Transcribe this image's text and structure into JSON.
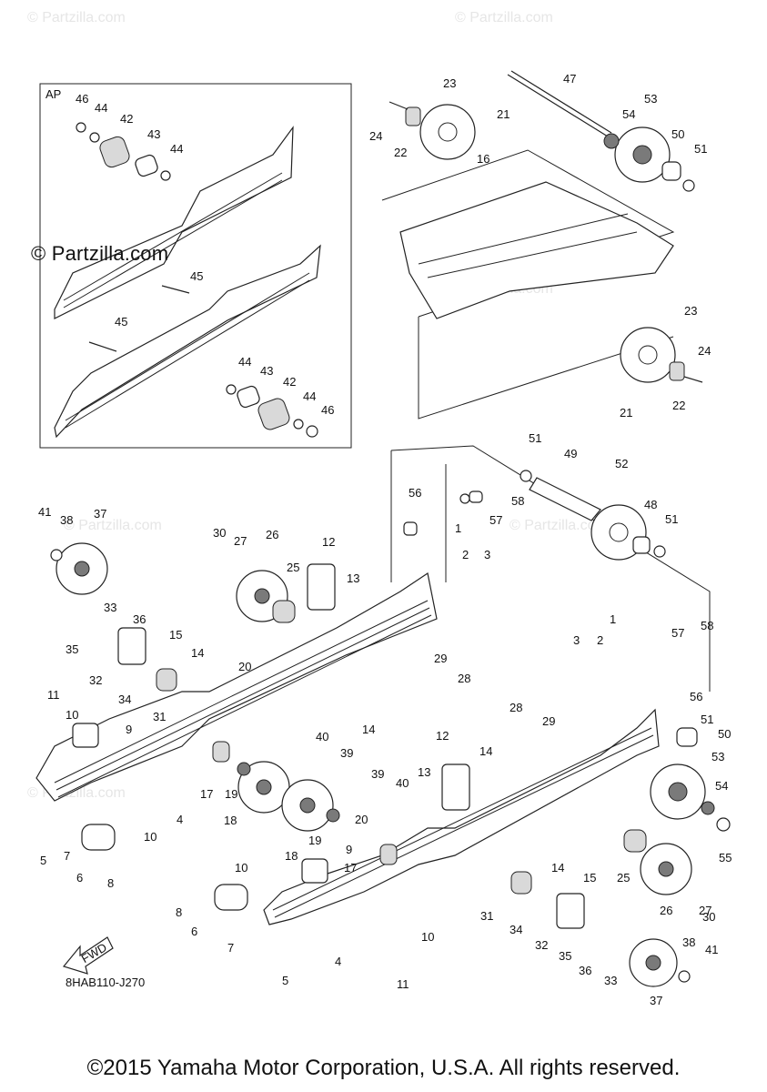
{
  "diagram": {
    "code": "8HAB110-J270",
    "copyright": "©2015 Yamaha Motor Corporation, U.S.A. All rights reserved.",
    "inset_label": "AP",
    "watermark": "© Partzilla.com",
    "fwd_label": "FWD"
  },
  "callouts": [
    {
      "id": "46a",
      "text": "46"
    },
    {
      "id": "44a",
      "text": "44"
    },
    {
      "id": "42a",
      "text": "42"
    },
    {
      "id": "43a",
      "text": "43"
    },
    {
      "id": "44b",
      "text": "44"
    },
    {
      "id": "45a",
      "text": "45"
    },
    {
      "id": "45b",
      "text": "45"
    },
    {
      "id": "44c",
      "text": "44"
    },
    {
      "id": "43b",
      "text": "43"
    },
    {
      "id": "42b",
      "text": "42"
    },
    {
      "id": "44d",
      "text": "44"
    },
    {
      "id": "46b",
      "text": "46"
    },
    {
      "id": "23a",
      "text": "23"
    },
    {
      "id": "24a",
      "text": "24"
    },
    {
      "id": "22a",
      "text": "22"
    },
    {
      "id": "21a",
      "text": "21"
    },
    {
      "id": "47",
      "text": "47"
    },
    {
      "id": "53a",
      "text": "53"
    },
    {
      "id": "54a",
      "text": "54"
    },
    {
      "id": "50a",
      "text": "50"
    },
    {
      "id": "51a",
      "text": "51"
    },
    {
      "id": "16",
      "text": "16"
    },
    {
      "id": "23b",
      "text": "23"
    },
    {
      "id": "24b",
      "text": "24"
    },
    {
      "id": "22b",
      "text": "22"
    },
    {
      "id": "21b",
      "text": "21"
    },
    {
      "id": "51b",
      "text": "51"
    },
    {
      "id": "49",
      "text": "49"
    },
    {
      "id": "52",
      "text": "52"
    },
    {
      "id": "56a",
      "text": "56"
    },
    {
      "id": "58a",
      "text": "58"
    },
    {
      "id": "57a",
      "text": "57"
    },
    {
      "id": "48",
      "text": "48"
    },
    {
      "id": "51c",
      "text": "51"
    },
    {
      "id": "1a",
      "text": "1"
    },
    {
      "id": "2a",
      "text": "2"
    },
    {
      "id": "3a",
      "text": "3"
    },
    {
      "id": "41a",
      "text": "41"
    },
    {
      "id": "38a",
      "text": "38"
    },
    {
      "id": "37a",
      "text": "37"
    },
    {
      "id": "30a",
      "text": "30"
    },
    {
      "id": "27a",
      "text": "27"
    },
    {
      "id": "26a",
      "text": "26"
    },
    {
      "id": "12a",
      "text": "12"
    },
    {
      "id": "25a",
      "text": "25"
    },
    {
      "id": "13a",
      "text": "13"
    },
    {
      "id": "33a",
      "text": "33"
    },
    {
      "id": "36a",
      "text": "36"
    },
    {
      "id": "15a",
      "text": "15"
    },
    {
      "id": "14a",
      "text": "14"
    },
    {
      "id": "35a",
      "text": "35"
    },
    {
      "id": "32a",
      "text": "32"
    },
    {
      "id": "20a",
      "text": "20"
    },
    {
      "id": "29a",
      "text": "29"
    },
    {
      "id": "28a",
      "text": "28"
    },
    {
      "id": "34a",
      "text": "34"
    },
    {
      "id": "31a",
      "text": "31"
    },
    {
      "id": "1b",
      "text": "1"
    },
    {
      "id": "3b",
      "text": "3"
    },
    {
      "id": "2b",
      "text": "2"
    },
    {
      "id": "57b",
      "text": "57"
    },
    {
      "id": "58b",
      "text": "58"
    },
    {
      "id": "56b",
      "text": "56"
    },
    {
      "id": "11a",
      "text": "11"
    },
    {
      "id": "10a",
      "text": "10"
    },
    {
      "id": "9a",
      "text": "9"
    },
    {
      "id": "14b",
      "text": "14"
    },
    {
      "id": "40a",
      "text": "40"
    },
    {
      "id": "39a",
      "text": "39"
    },
    {
      "id": "51d",
      "text": "51"
    },
    {
      "id": "50b",
      "text": "50"
    },
    {
      "id": "28b",
      "text": "28"
    },
    {
      "id": "29b",
      "text": "29"
    },
    {
      "id": "12b",
      "text": "12"
    },
    {
      "id": "14c",
      "text": "14"
    },
    {
      "id": "53b",
      "text": "53"
    },
    {
      "id": "17a",
      "text": "17"
    },
    {
      "id": "19a",
      "text": "19"
    },
    {
      "id": "39b",
      "text": "39"
    },
    {
      "id": "40b",
      "text": "40"
    },
    {
      "id": "13b",
      "text": "13"
    },
    {
      "id": "54b",
      "text": "54"
    },
    {
      "id": "4a",
      "text": "4"
    },
    {
      "id": "10b",
      "text": "10"
    },
    {
      "id": "18a",
      "text": "18"
    },
    {
      "id": "19b",
      "text": "19"
    },
    {
      "id": "20b",
      "text": "20"
    },
    {
      "id": "55",
      "text": "55"
    },
    {
      "id": "5a",
      "text": "5"
    },
    {
      "id": "7a",
      "text": "7"
    },
    {
      "id": "18b",
      "text": "18"
    },
    {
      "id": "9b",
      "text": "9"
    },
    {
      "id": "17b",
      "text": "17"
    },
    {
      "id": "15b",
      "text": "15"
    },
    {
      "id": "25b",
      "text": "25"
    },
    {
      "id": "8a",
      "text": "8"
    },
    {
      "id": "6a",
      "text": "6"
    },
    {
      "id": "10c",
      "text": "10"
    },
    {
      "id": "14d",
      "text": "14"
    },
    {
      "id": "8b",
      "text": "8"
    },
    {
      "id": "6b",
      "text": "6"
    },
    {
      "id": "26b",
      "text": "26"
    },
    {
      "id": "27b",
      "text": "27"
    },
    {
      "id": "30b",
      "text": "30"
    },
    {
      "id": "31b",
      "text": "31"
    },
    {
      "id": "34b",
      "text": "34"
    },
    {
      "id": "7b",
      "text": "7"
    },
    {
      "id": "32b",
      "text": "32"
    },
    {
      "id": "10d",
      "text": "10"
    },
    {
      "id": "35b",
      "text": "35"
    },
    {
      "id": "36b",
      "text": "36"
    },
    {
      "id": "38b",
      "text": "38"
    },
    {
      "id": "41b",
      "text": "41"
    },
    {
      "id": "33b",
      "text": "33"
    },
    {
      "id": "4b",
      "text": "4"
    },
    {
      "id": "11b",
      "text": "11"
    },
    {
      "id": "5b",
      "text": "5"
    },
    {
      "id": "37b",
      "text": "37"
    }
  ]
}
